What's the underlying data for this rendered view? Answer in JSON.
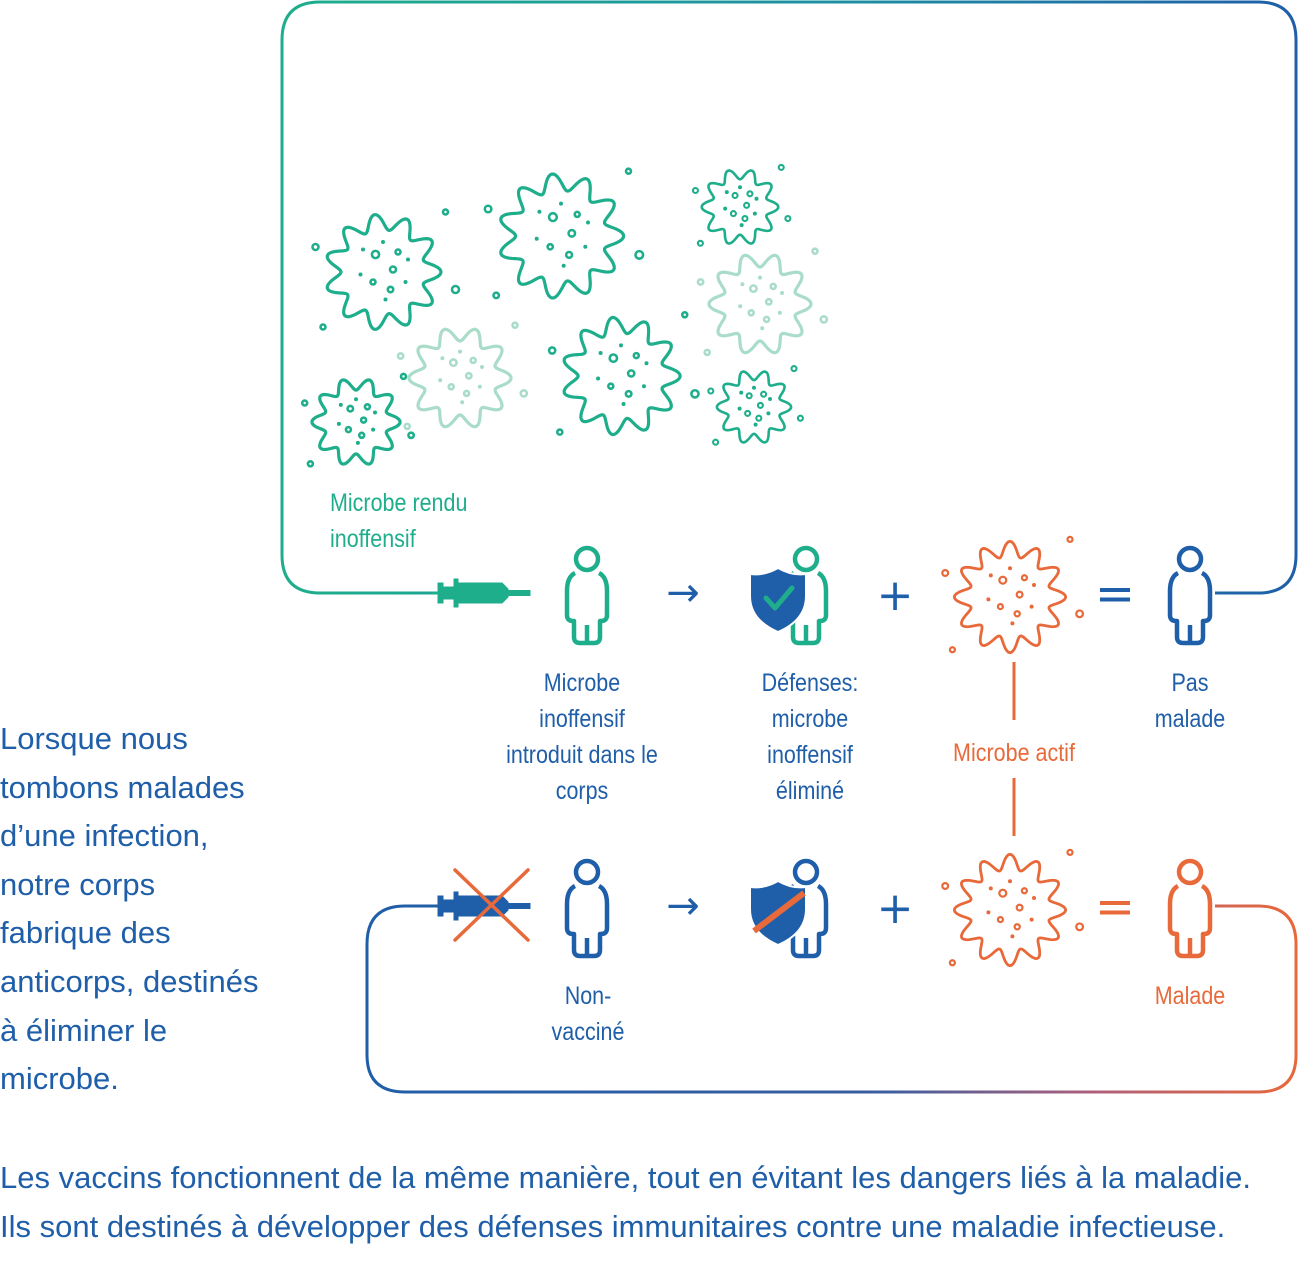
{
  "labels": {
    "harmless_microbe": "Microbe rendu inoffensif",
    "introduced": "Microbe inoffensif introduit dans le corps",
    "defenses": "Défenses: microbe inoffensif éliminé",
    "not_sick": "Pas malade",
    "active_microbe": "Microbe actif",
    "unvaccinated": "Non-vacciné",
    "sick": "Malade"
  },
  "operators": {
    "arrow": "→",
    "plus": "+",
    "equals": "="
  },
  "side_text": "Lorsque nous tombons malades d’une infection, notre corps fabrique des anticorps, destinés à éliminer le microbe.",
  "bottom_text": "Les vaccins fonctionnent de la même manière, tout en évitant les dangers liés à la maladie. Ils sont destinés à développer des défenses immunitaires contre une maladie infectieuse.",
  "colors": {
    "blue": "#1f5ea8",
    "green": "#1fae8c",
    "light_green": "#a9dcc9",
    "orange": "#e8693a"
  },
  "icons": [
    "microbe-icon",
    "syringe-icon",
    "person-icon",
    "shield-check-icon",
    "shield-crossed-icon",
    "cross-icon"
  ]
}
